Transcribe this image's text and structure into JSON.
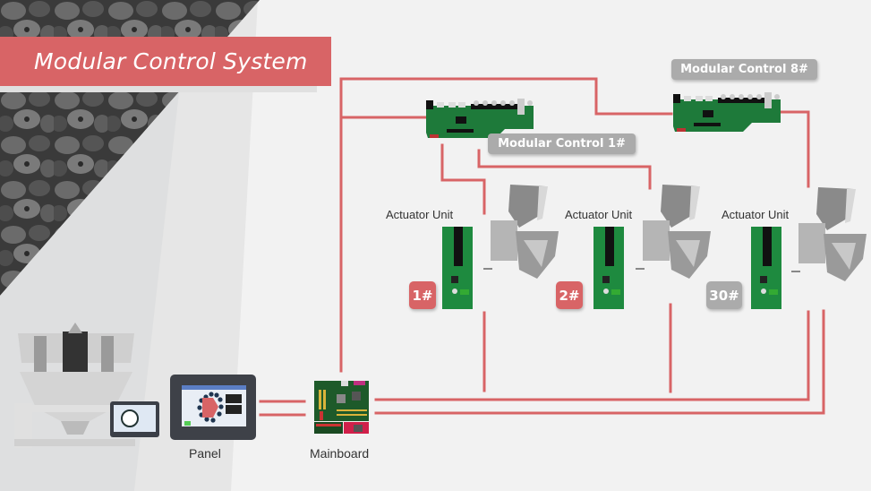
{
  "title": "Modular Control System",
  "colors": {
    "accent": "#d86466",
    "label_gray": "#ababab",
    "background": "#f2f2f2",
    "pcb_green": "#1e7a3a"
  },
  "modular_controls": [
    {
      "id": "mc1",
      "label": "Modular Control 1#"
    },
    {
      "id": "mc8",
      "label": "Modular Control 8#"
    }
  ],
  "actuator_units": [
    {
      "label": "Actuator Unit",
      "badge": "1#",
      "badge_style": "red"
    },
    {
      "label": "Actuator Unit",
      "badge": "2#",
      "badge_style": "red"
    },
    {
      "label": "Actuator Unit",
      "badge": "30#",
      "badge_style": "gray"
    }
  ],
  "components": {
    "panel_label": "Panel",
    "mainboard_label": "Mainboard",
    "machine_icon": "multihead-weigher-icon",
    "panel_icon": "touch-panel-icon",
    "mainboard_icon": "motherboard-icon",
    "control_board_icon": "control-board-icon",
    "actuator_board_icon": "actuator-board-icon",
    "hopper_icon": "weigh-hopper-icon"
  }
}
